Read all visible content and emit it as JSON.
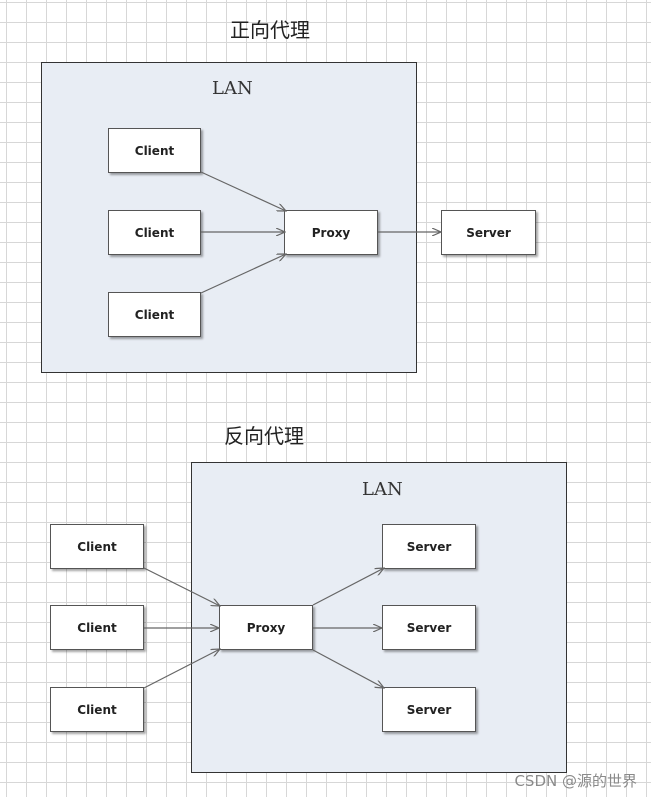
{
  "forward": {
    "title": "正向代理",
    "lan_label": "LAN",
    "clients": [
      "Client",
      "Client",
      "Client"
    ],
    "proxy": "Proxy",
    "server": "Server"
  },
  "reverse": {
    "title": "反向代理",
    "lan_label": "LAN",
    "clients": [
      "Client",
      "Client",
      "Client"
    ],
    "proxy": "Proxy",
    "servers": [
      "Server",
      "Server",
      "Server"
    ]
  },
  "watermark": "CSDN @源的世界",
  "colors": {
    "lan_fill": "#e8edf4",
    "arrow": "#666666"
  }
}
